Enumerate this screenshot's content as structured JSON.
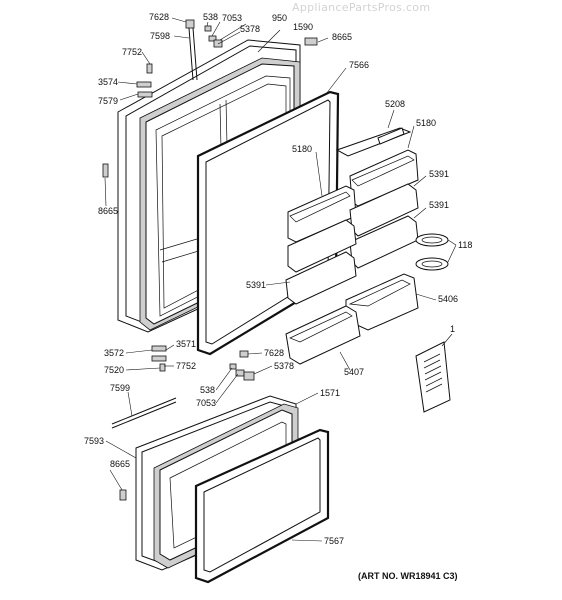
{
  "watermark": "AppliancePartsPros.com",
  "footer": "(ART NO. WR18941 C3)",
  "labels": {
    "l7628a": "7628",
    "l538a": "538",
    "l7053a": "7053",
    "l950": "950",
    "l5378a": "5378",
    "l1590": "1590",
    "l8665a": "8665",
    "l7598": "7598",
    "l7752a": "7752",
    "l3574": "3574",
    "l7579": "7579",
    "l7566": "7566",
    "l8665b": "8665",
    "l5208": "5208",
    "l5180a": "5180",
    "l5180b": "5180",
    "l5391a": "5391",
    "l5391b": "5391",
    "l118": "118",
    "l5391c": "5391",
    "l5406": "5406",
    "l1": "1",
    "l3572": "3572",
    "l3571": "3571",
    "l7628b": "7628",
    "l7520": "7520",
    "l7752b": "7752",
    "l5378b": "5378",
    "l5407": "5407",
    "l7599": "7599",
    "l538b": "538",
    "l1571": "1571",
    "l7053b": "7053",
    "l7593": "7593",
    "l8665c": "8665",
    "l7567": "7567"
  }
}
